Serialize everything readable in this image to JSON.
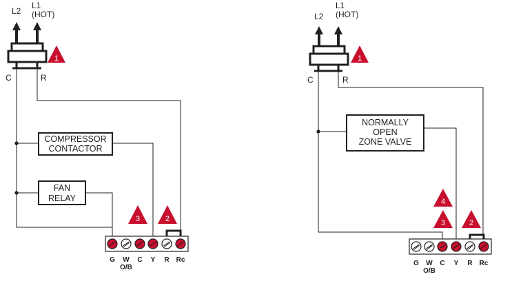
{
  "colors": {
    "warning_fill": "#c8102e",
    "wire": "#231f20",
    "screw_red": "#c8102e"
  },
  "icons": {
    "warning": "warning-triangle-icon",
    "screw_terminal": "screw-terminal-icon"
  },
  "left_diagram": {
    "line_labels": {
      "l2": "L2",
      "l1": "L1",
      "hot": "(HOT)",
      "c": "C",
      "r": "R"
    },
    "boxes": {
      "compressor_line1": "COMPRESSOR",
      "compressor_line2": "CONTACTOR",
      "fan_line1": "FAN",
      "fan_line2": "RELAY"
    },
    "warnings": [
      "1",
      "3",
      "2"
    ],
    "terminals": [
      "G",
      "W",
      "C",
      "Y",
      "R",
      "Rc"
    ],
    "terminal_sub": "O/B"
  },
  "right_diagram": {
    "line_labels": {
      "l2": "L2",
      "l1": "L1",
      "hot": "(HOT)",
      "c": "C",
      "r": "R"
    },
    "boxes": {
      "valve_line1": "NORMALLY",
      "valve_line2": "OPEN",
      "valve_line3": "ZONE VALVE"
    },
    "warnings": [
      "1",
      "4",
      "3",
      "2"
    ],
    "terminals": [
      "G",
      "W",
      "C",
      "Y",
      "R",
      "Rc"
    ],
    "terminal_sub": "O/B"
  }
}
